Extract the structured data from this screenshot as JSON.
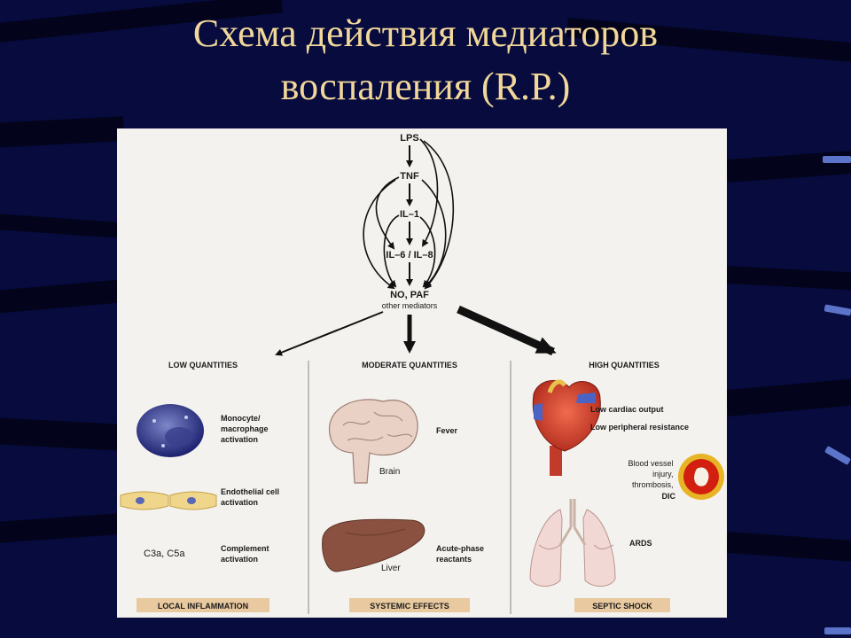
{
  "slide": {
    "title_line1": "Схема действия медиаторов",
    "title_line2": "воспаления (R.P.)"
  },
  "diagram": {
    "cascade": [
      "LPS",
      "TNF",
      "IL–1",
      "IL–6 / IL–8",
      "NO, PAF"
    ],
    "other_mediators": "other mediators",
    "columns": [
      {
        "header": "LOW QUANTITIES",
        "items": [
          "Monocyte/",
          "macrophage",
          "activation",
          "Endothelial cell",
          "activation",
          "Complement",
          "activation"
        ],
        "complement_label": "C3a, C5a",
        "footer": "LOCAL INFLAMMATION"
      },
      {
        "header": "MODERATE QUANTITIES",
        "items": [
          "Fever",
          "Acute-phase",
          "reactants"
        ],
        "organs": [
          "Brain",
          "Liver"
        ],
        "footer": "SYSTEMIC EFFECTS"
      },
      {
        "header": "HIGH QUANTITIES",
        "items": [
          "Low cardiac output",
          "Low peripheral resistance",
          "Blood vessel",
          "injury,",
          "thrombosis,",
          "DIC",
          "ARDS"
        ],
        "footer": "SEPTIC SHOCK"
      }
    ]
  },
  "colors": {
    "background": "#070b3e",
    "title": "#f2d79a",
    "panel": "#f4f2ee",
    "footer_label": "#e8c9a0"
  }
}
